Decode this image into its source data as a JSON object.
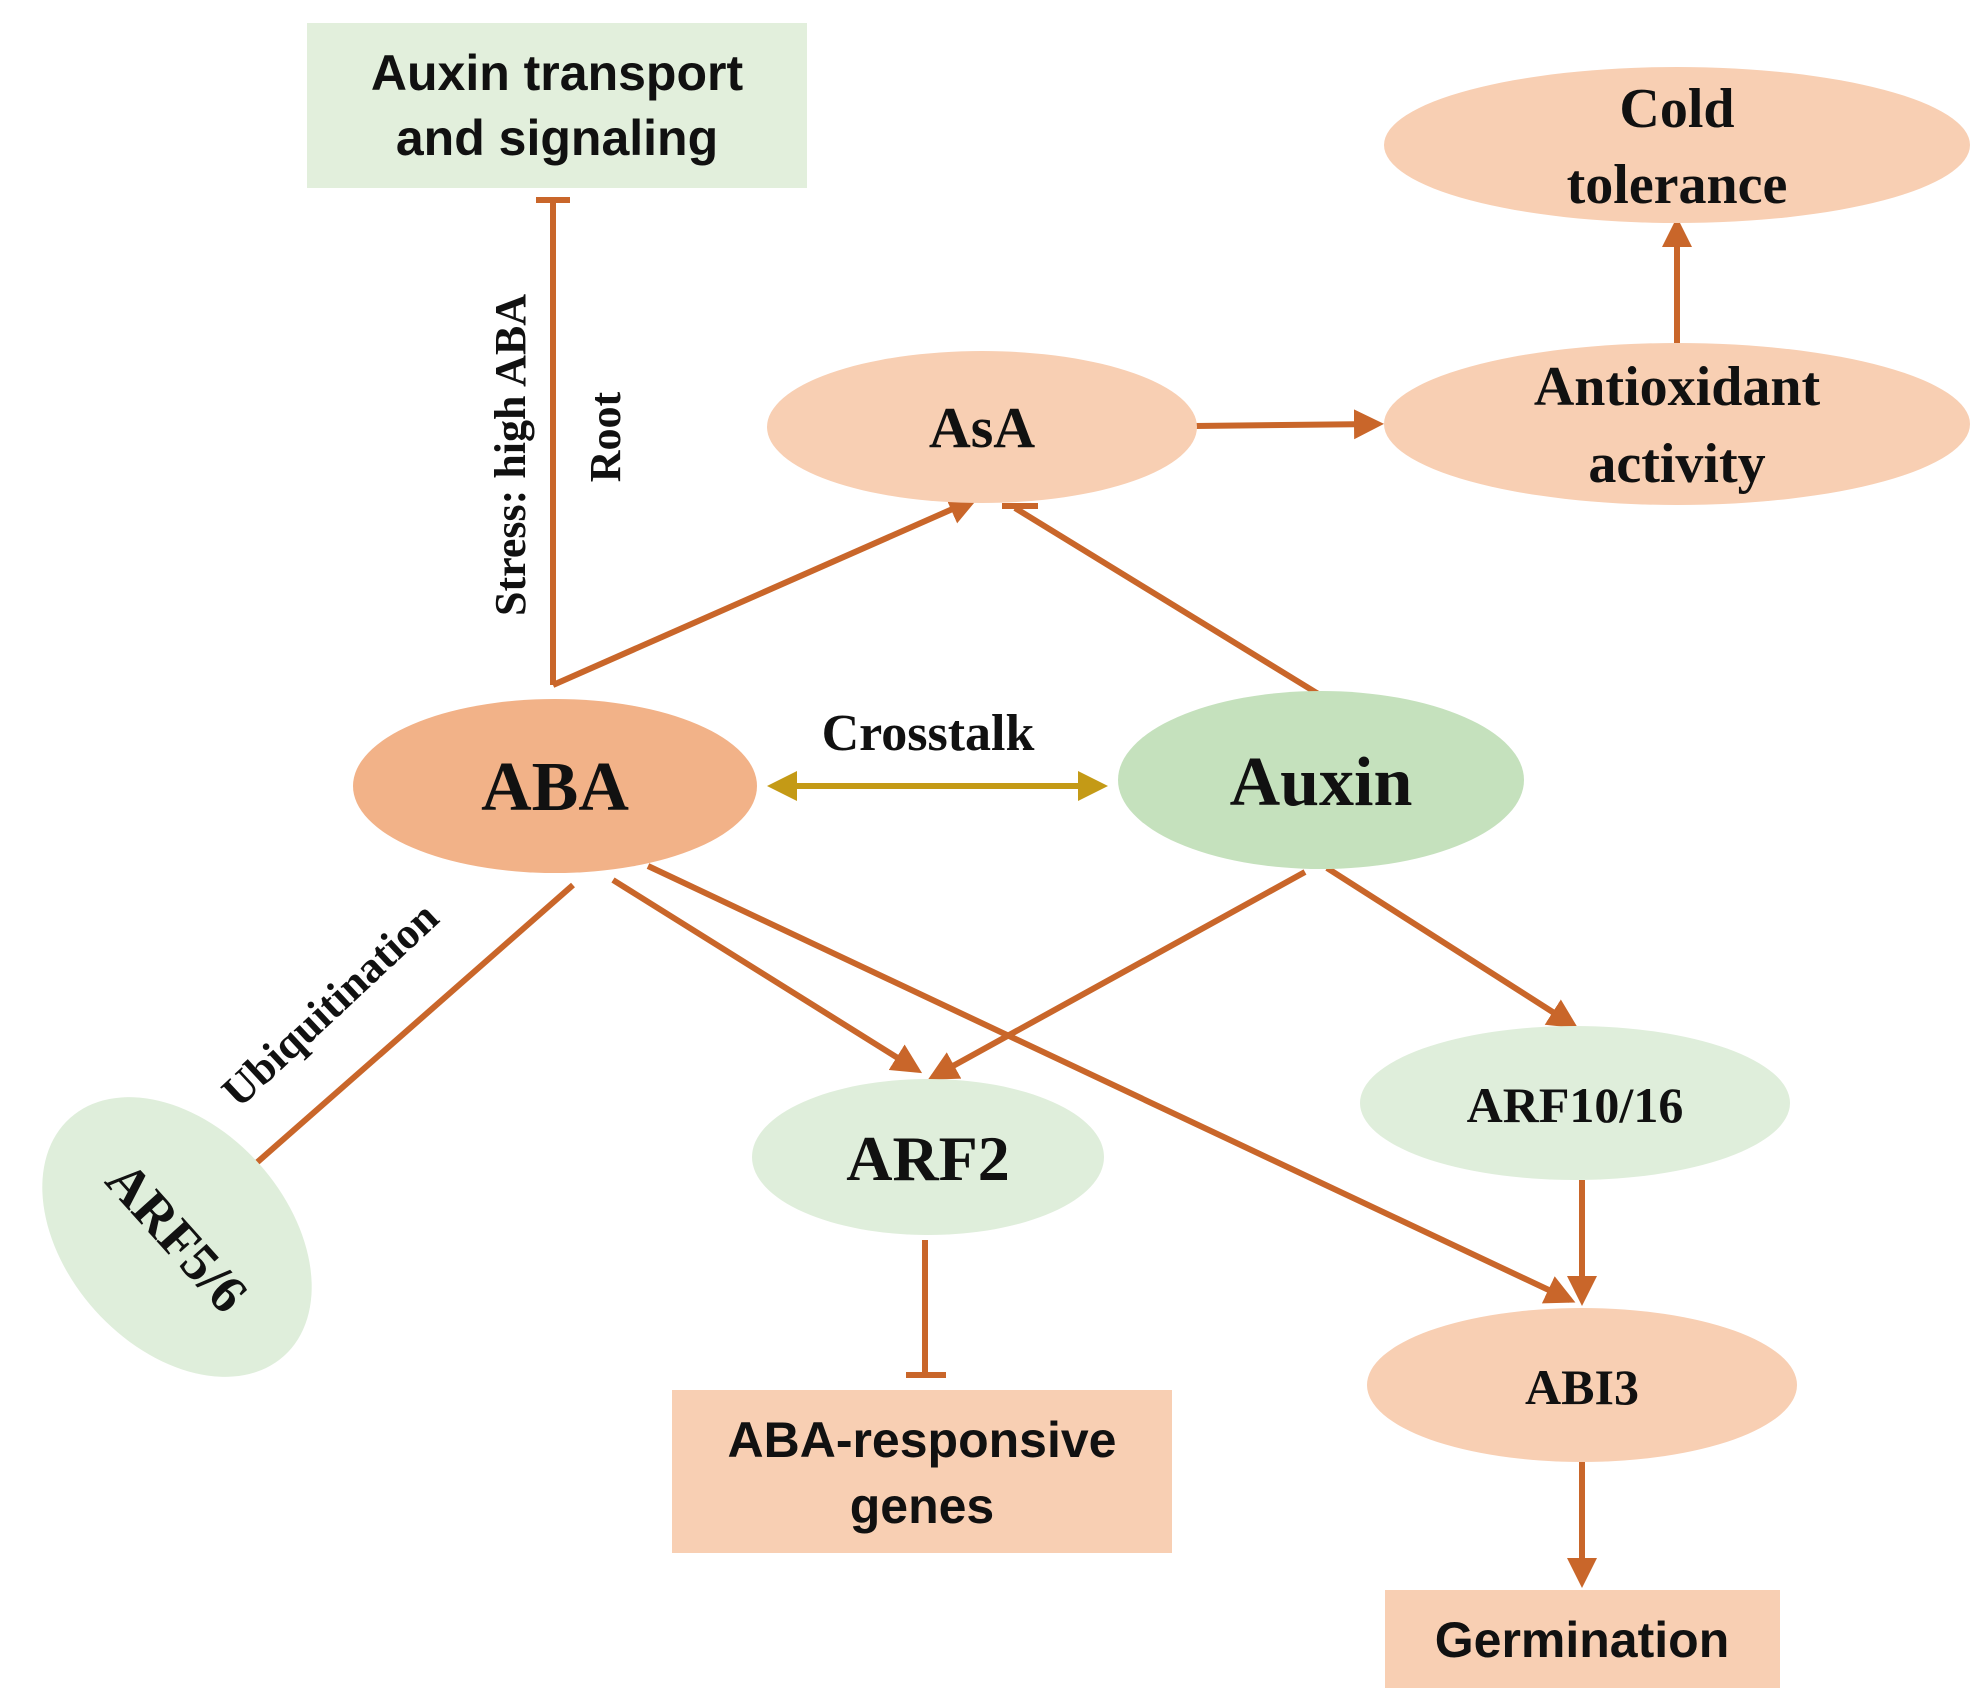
{
  "colors": {
    "arrow": "#c9662a",
    "crosstalk_arrow": "#c49a16",
    "aba_node": "#f2b288",
    "peach_node": "#f8cfb3",
    "light_green_node": "#dfeedb",
    "auxin_node": "#c5e1bd",
    "green_box": "#e2efdc",
    "peach_box": "#f8cfb3"
  },
  "nodes": {
    "auxin_transport": {
      "line1": "Auxin transport",
      "line2": "and signaling"
    },
    "cold_tolerance": {
      "line1": "Cold",
      "line2": "tolerance"
    },
    "antioxidant": {
      "line1": "Antioxidant",
      "line2": "activity"
    },
    "asa": {
      "label": "AsA"
    },
    "aba": {
      "label": "ABA"
    },
    "auxin": {
      "label": "Auxin"
    },
    "arf2": {
      "label": "ARF2"
    },
    "arf10_16": {
      "label": "ARF10/16"
    },
    "arf5_6": {
      "label": "ARF5/6"
    },
    "abi3": {
      "label": "ABI3"
    },
    "aba_responsive": {
      "line1": "ABA-responsive",
      "line2": "genes"
    },
    "germination": {
      "label": "Germination"
    }
  },
  "edge_labels": {
    "stress": "Stress: high ABA",
    "root": "Root",
    "crosstalk": "Crosstalk",
    "ubiquitination": "Ubiquitination"
  }
}
